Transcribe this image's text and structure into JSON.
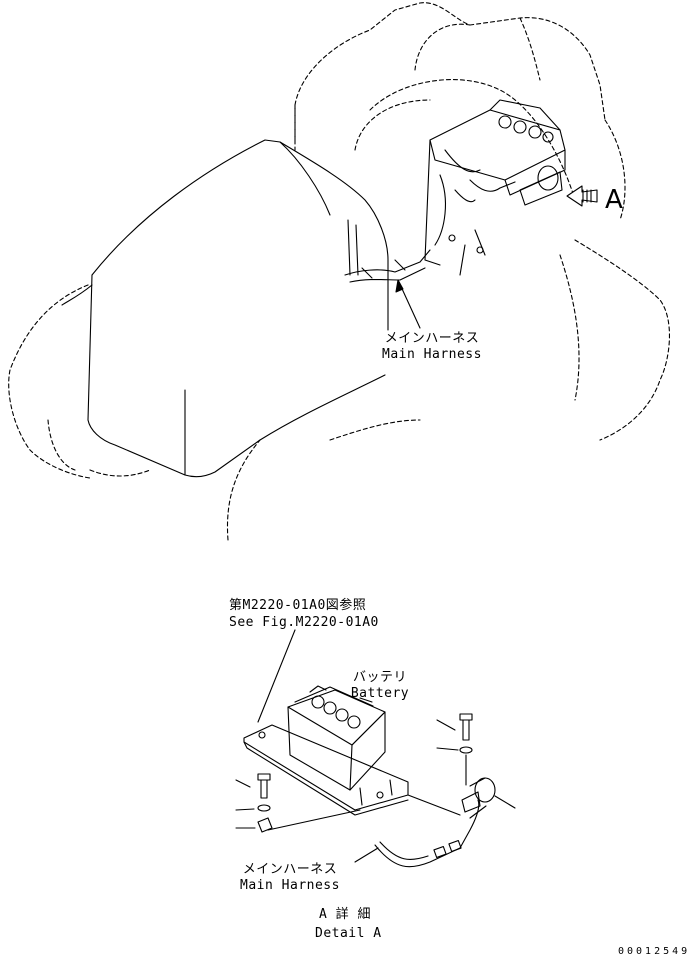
{
  "view_marker": "A",
  "upper_view": {
    "main_harness_ja": "メインハーネス",
    "main_harness_en": "Main Harness"
  },
  "detail_view": {
    "ref_ja": "第M2220-01A0図参照",
    "ref_en": "See Fig.M2220-01A0",
    "battery_ja": "バッテリ",
    "battery_en": "Battery",
    "main_harness_ja": "メインハーネス",
    "main_harness_en": "Main Harness",
    "detail_ja": "A 詳 細",
    "detail_en": "Detail A"
  },
  "drawing_number": "00012549"
}
